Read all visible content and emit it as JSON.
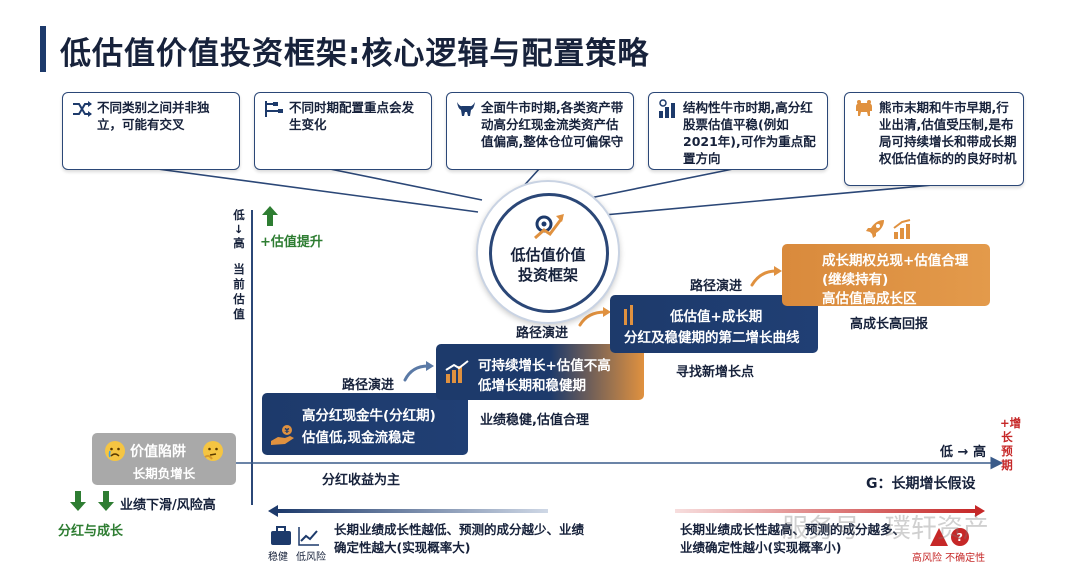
{
  "title": "低估值价值投资框架:核心逻辑与配置策略",
  "cards": [
    {
      "text": "不同类别之间并非独立，可能有交叉",
      "icon": "shuffle-icon"
    },
    {
      "text": "不同时期配置重点会发生变化",
      "icon": "timeline-icon"
    },
    {
      "text": "全面牛市时期,各类资产带动高分红现金流类资产估值偏高,整体仓位可偏保守",
      "icon": "bull-icon"
    },
    {
      "text": "结构性牛市时期,高分红股票估值平稳(例如2021年),可作为重点配置方向",
      "icon": "bar-chart-icon"
    },
    {
      "text": "熊市末期和牛市早期,行业出清,估值受压制,是布局可持续增长和带成长期权低估值标的的良好时机",
      "icon": "bear-icon"
    }
  ],
  "center": {
    "line1": "低估值价值",
    "line2": "投资框架"
  },
  "y_axis": {
    "top": "低",
    "arrow": "→",
    "bottom": "高",
    "label": "当前估值",
    "up_label": "+估值提升"
  },
  "x_axis": {
    "low_high": "低 → 高",
    "label": "G：长期增长假设",
    "plus_label": "+增长预期"
  },
  "trap": {
    "line1": "价值陷阱",
    "line2": "长期负增长"
  },
  "downside": {
    "label": "业绩下滑/风险高",
    "bottom": "分红与成长"
  },
  "steps": [
    {
      "line1": "高分红现金牛(分红期)",
      "line2": "估值低,现金流稳定",
      "caption": "分红收益为主"
    },
    {
      "line1": "可持续增长+估值不高",
      "line2": "低增长期和稳健期",
      "caption": "业绩稳健,估值合理"
    },
    {
      "line1": "低估值+成长期",
      "line2": "分红及稳健期的第二增长曲线",
      "caption": "寻找新增长点"
    },
    {
      "line1": "成长期权兑现+估值合理",
      "line2": "(继续持有)",
      "line3": "高估值高成长区",
      "caption": "高成长高回报"
    }
  ],
  "path_label": "路径演进",
  "bottom_left": {
    "icon1": "稳健",
    "icon2": "低风险",
    "text": "长期业绩成长性越低、预测的成分越少、业绩确定性越大(实现概率大)"
  },
  "bottom_right": {
    "text": "长期业绩成长性越高、预测的成分越多、业绩确定性越小(实现概率小)",
    "icon_label": "高风险 不确定性"
  },
  "watermark": "服务号 · 璞轩资产",
  "colors": {
    "navy": "#1d3a6b",
    "orange": "#e0913f",
    "green": "#2e7d32",
    "red": "#c62828"
  }
}
